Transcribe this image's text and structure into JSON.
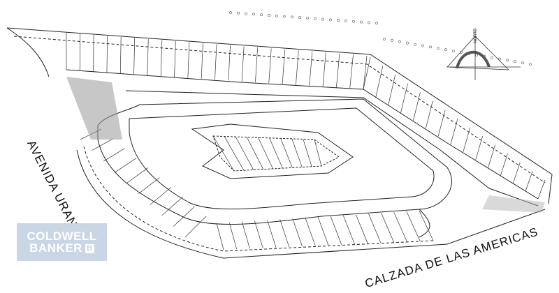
{
  "streets": {
    "left": "AVENIDA URANO",
    "bottom": "CALZADA DE LAS AMERICAS"
  },
  "north_arrow": {
    "label": "NORTE"
  },
  "logo": {
    "line1": "COLDWELL",
    "line2": "BANKER",
    "mark": "B",
    "color": "#c9d6e6"
  },
  "colors": {
    "ink": "#222222",
    "hatch": "#888888"
  }
}
